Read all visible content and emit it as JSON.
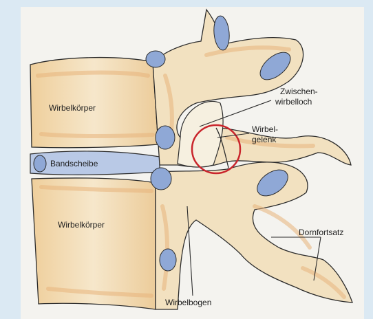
{
  "labels": {
    "vertebral_body_top": "Wirbelkörper",
    "intervertebral_disc": "Bandscheibe",
    "vertebral_body_bottom": "Wirbelkörper",
    "foramen_line1": "Zwischen-",
    "foramen_line2": "wirbelloch",
    "facet_line1": "Wirbel-",
    "facet_line2": "gelenk",
    "spinous_process": "Dornfortsatz",
    "vertebral_arch": "Wirbelbogen"
  },
  "colors": {
    "background": "#dbe9f3",
    "paper": "#f4f3ef",
    "bone_fill": "#f1dfbd",
    "bone_shading": "#e8b47c",
    "cartilage_blue": "#8fa8d6",
    "disc_blue": "#b9c9e6",
    "highlight_circle": "#c9252c",
    "outline": "#2b2b2b"
  }
}
